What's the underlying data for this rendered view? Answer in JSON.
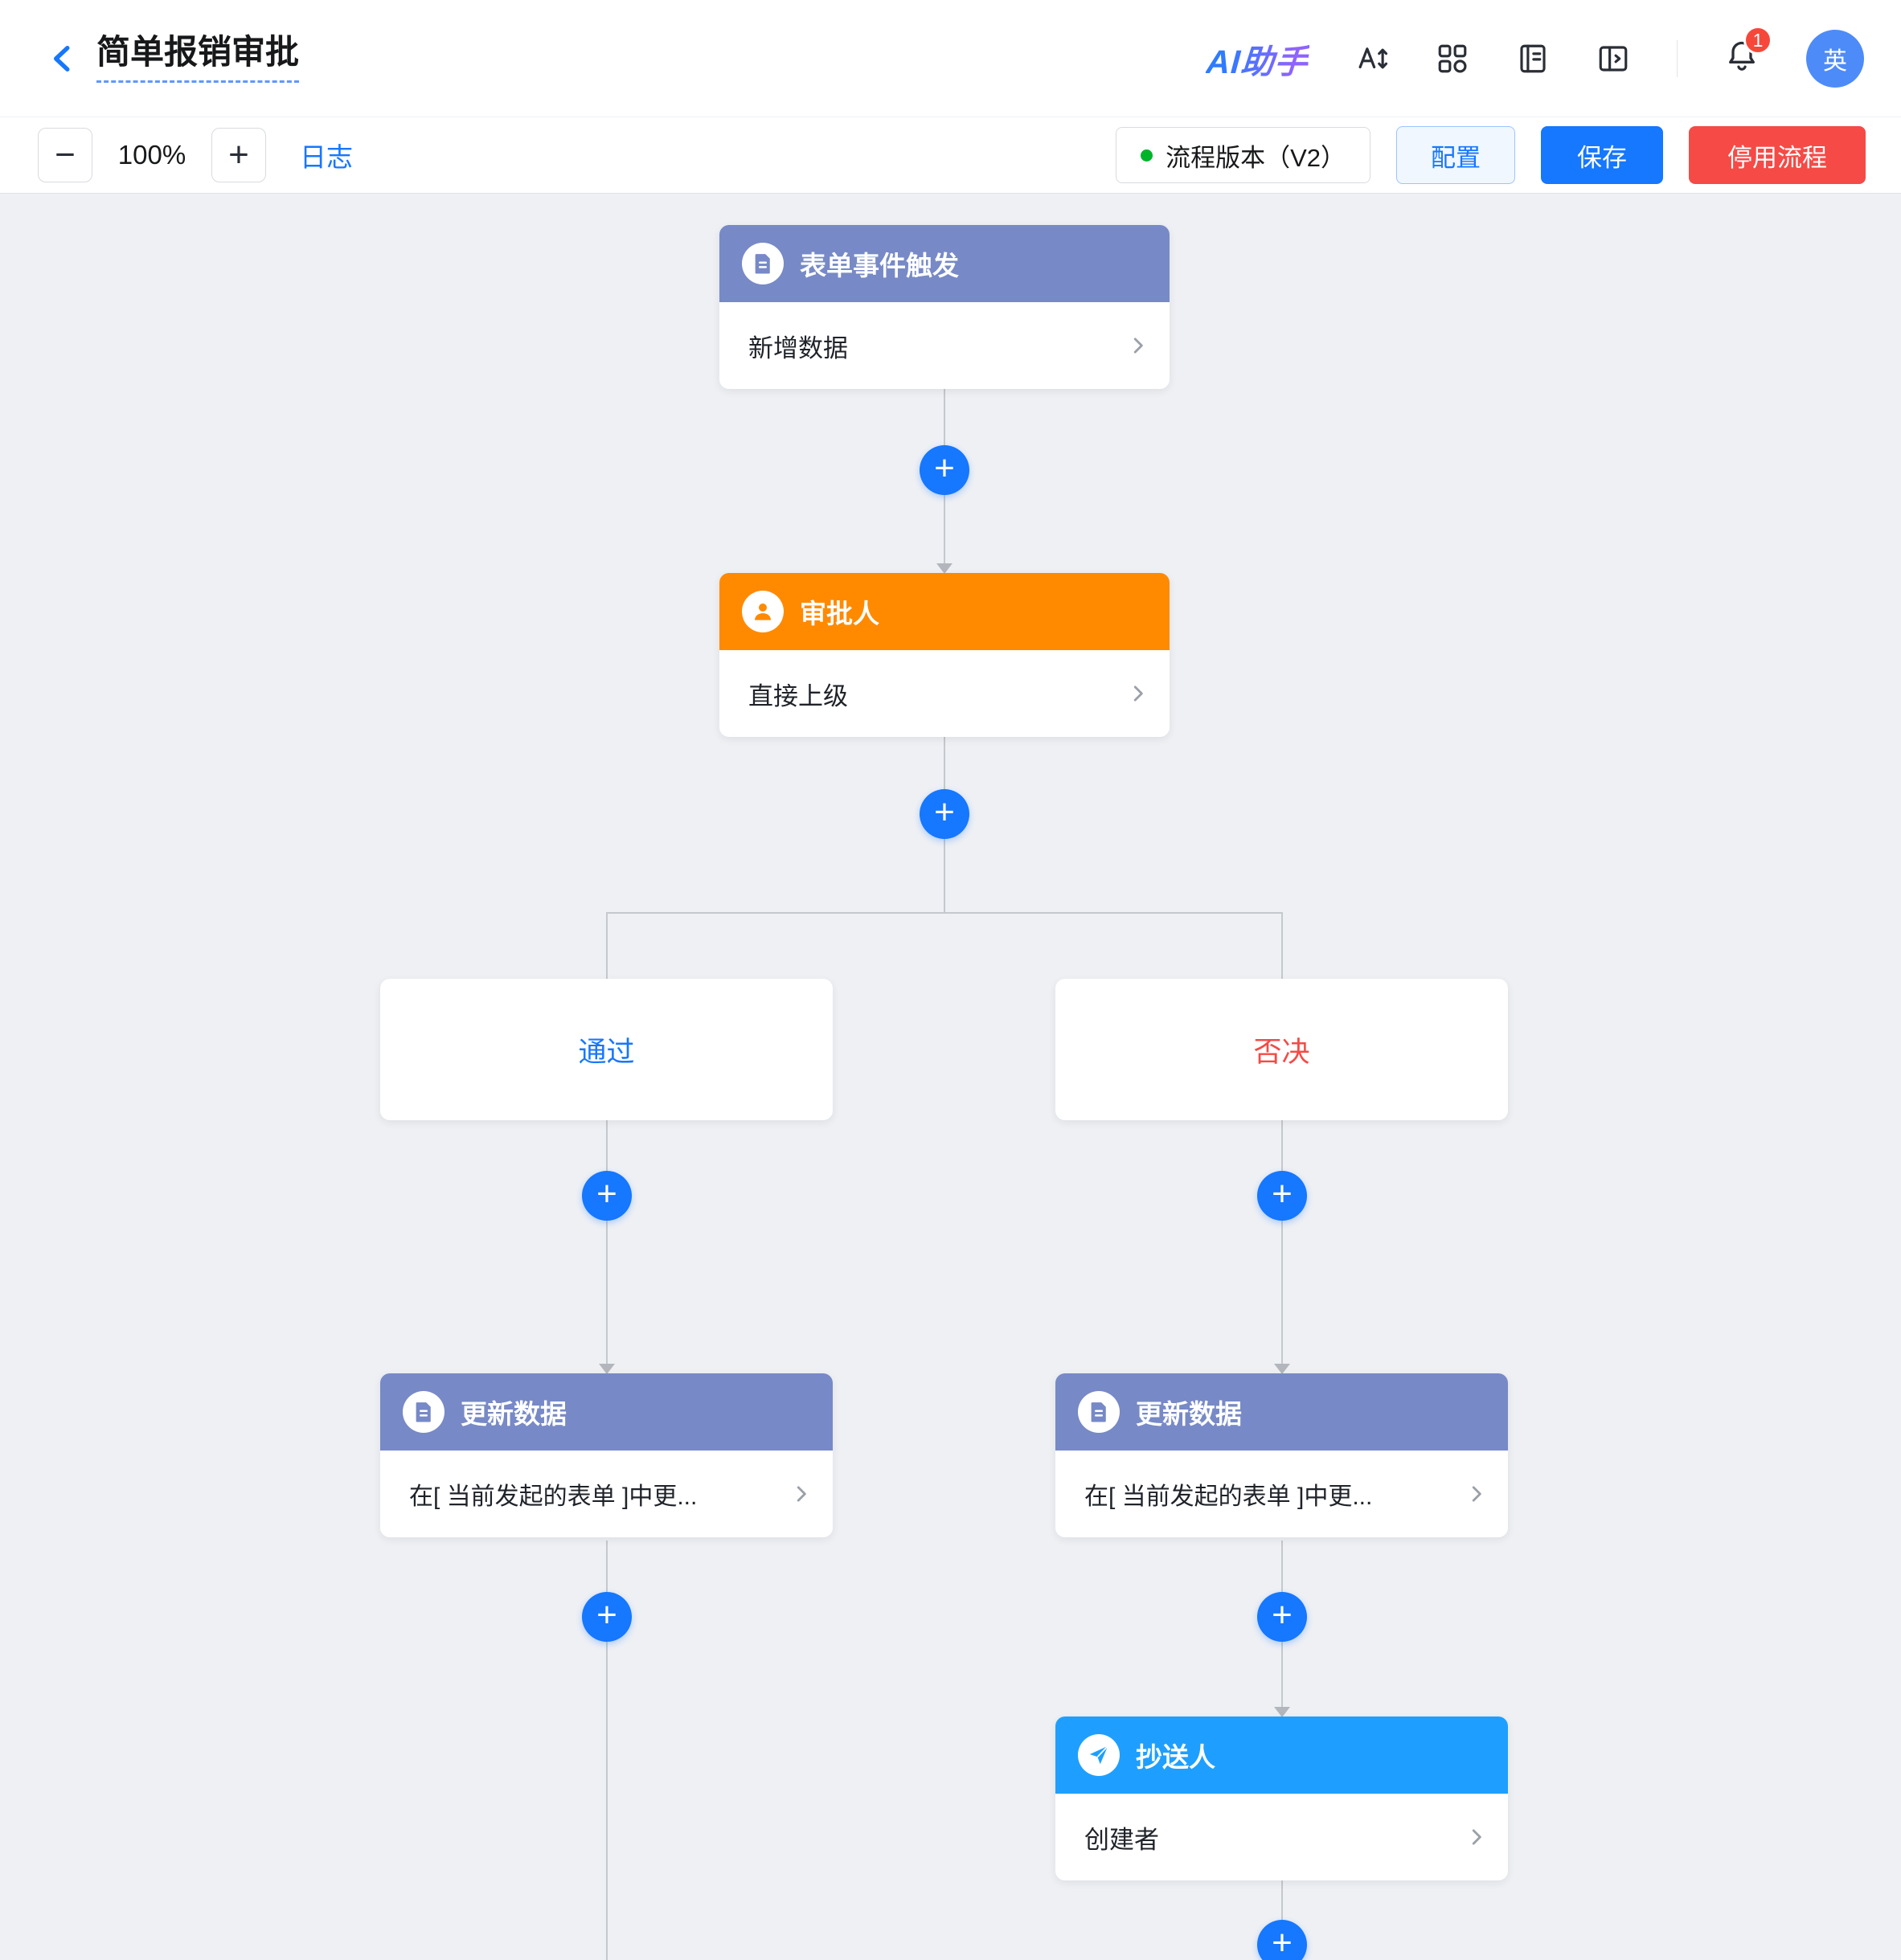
{
  "header": {
    "title": "简单报销审批",
    "ai_assistant": "AI助手",
    "notification_count": "1",
    "avatar_text": "英"
  },
  "toolbar": {
    "zoom_out": "−",
    "zoom_level": "100%",
    "zoom_in": "+",
    "log_link": "日志",
    "version": "流程版本（V2）",
    "config_button": "配置",
    "save_button": "保存",
    "disable_button": "停用流程"
  },
  "flow": {
    "trigger": {
      "title": "表单事件触发",
      "body": "新增数据"
    },
    "approver": {
      "title": "审批人",
      "body": "直接上级"
    },
    "branch_pass": "通过",
    "branch_reject": "否决",
    "update_left": {
      "title": "更新数据",
      "body": "在[ 当前发起的表单 ]中更..."
    },
    "update_right": {
      "title": "更新数据",
      "body": "在[ 当前发起的表单 ]中更..."
    },
    "cc": {
      "title": "抄送人",
      "body": "创建者"
    }
  },
  "colors": {
    "accent_blue": "#1677FF",
    "node_slate": "#7789C6",
    "node_orange": "#FF8A00",
    "node_skyblue": "#1E9FFF",
    "danger_red": "#F54A45",
    "success_green": "#00B42A",
    "canvas_bg": "#EEF0F4"
  }
}
